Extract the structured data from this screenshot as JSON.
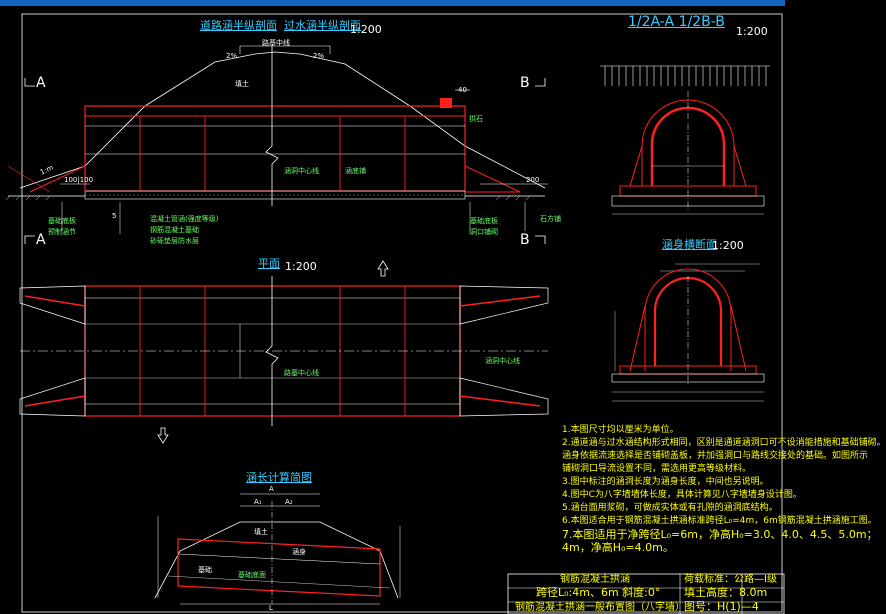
{
  "titles": {
    "longitudinal_left": "道路涵半纵剖面",
    "longitudinal_right": "过水涵半纵剖面",
    "longitudinal_scale": "1:200",
    "cross_sec_ab": "1/2A-A 1/2B-B",
    "cross_sec_ab_scale": "1:200",
    "end_front": "涵身横断面",
    "end_front_scale": "1:200",
    "plan": "平面",
    "plan_scale": "1:200",
    "calc": "涵长计算简图"
  },
  "markers": {
    "a_top": "A",
    "b_top": "B",
    "a_bottom": "A",
    "b_bottom": "B"
  },
  "longitudinal": {
    "slope_left": "2%",
    "slope_right": "2%",
    "road_center": "路基中线",
    "fill": "填土",
    "culvert_axis": "涵洞中心线",
    "water_flow": "涵底铺",
    "slope_ratio": "1:m",
    "dims_left": "100|100",
    "dim_40": "40",
    "dim_200": "200",
    "dim_5": "5",
    "note_arch": "拱石",
    "note_base_left_1": "基础底板",
    "note_base_left_2": "预制涵节",
    "note_base_right_1": "基础底板",
    "note_base_right_2": "洞口铺砌",
    "note_center_1": "混凝土管涵(强度等级)",
    "note_center_2": "钢筋混凝土基础",
    "note_center_3": "砂砾垫层防水层",
    "note_stone": "石方铺"
  },
  "plan": {
    "center": "路基中心线",
    "culvert": "涵洞中心线"
  },
  "notes": [
    "1.本图尺寸均以厘米为单位。",
    "2.通道涵与过水涵结构形式相同，区别是通道涵洞口可不设消能措施和基础铺砌。",
    "  涵身依据流速选择是否铺砌盖板，并加强洞口与路线交接处的基础。如图所示",
    "  铺砌洞口导流设置不同，需选用更高等级材料。",
    "3.图中标注的涵洞长度为涵身长度，中间也另说明。",
    "4.图中C为八字墙墙体长度，具体计算见八字墙墙身设计图。",
    "5.涵台面用浆砌，可做成实体或有孔隙的涵洞底结构。",
    "6.本图适合用于钢筋混凝土拱涵标准跨径L₀=4m，6m钢筋混凝土拱涵施工图。",
    "7.本图适用于净跨径L₀=6m，净高H₀=3.0、4.0、4.5、5.0m；",
    "  4m，净高H₀=4.0m。"
  ],
  "title_block": {
    "row1_left": "钢筋混凝土拱涵",
    "row2_left": "跨径L₀:4m、6m   斜度:0°",
    "row3_left": "钢筋混凝土拱涵一般布置图（八字墙）",
    "row1_right": "荷载标准：公路—Ⅰ级",
    "row2_right": "填土高度：8.0m",
    "row3_right": "图号：H(1)—4"
  },
  "calc": {
    "label_A": "A",
    "label_A1": "A₁",
    "label_A2": "A₂",
    "label_L": "L",
    "label_fill": "填土",
    "label_culvert": "涵身",
    "label_base": "基础",
    "label_base2": "基础底面"
  },
  "colors": {
    "red": "#ff2020",
    "white": "#ffffff",
    "cyan": "#33ccff",
    "yellow": "#ffff00",
    "green": "#66ff66",
    "frame_blue": "#1565c0"
  }
}
